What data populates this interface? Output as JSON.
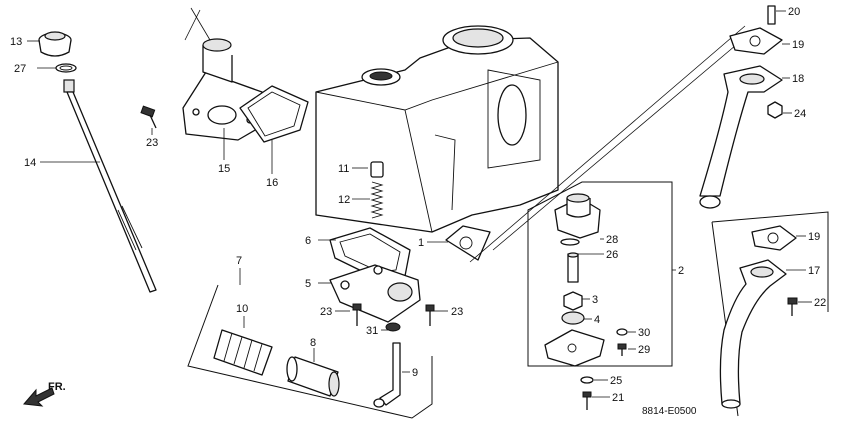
{
  "callouts": {
    "p1": "1",
    "p2": "2",
    "p3": "3",
    "p4": "4",
    "p5": "5",
    "p6": "6",
    "p7": "7",
    "p8": "8",
    "p9": "9",
    "p10": "10",
    "p11": "11",
    "p12": "12",
    "p13": "13",
    "p14": "14",
    "p15": "15",
    "p16": "16",
    "p17": "17",
    "p18": "18",
    "p19a": "19",
    "p19b": "19",
    "p20": "20",
    "p21": "21",
    "p22": "22",
    "p23a": "23",
    "p23b": "23",
    "p23c": "23",
    "p24": "24",
    "p25": "25",
    "p26": "26",
    "p27": "27",
    "p28": "28",
    "p29": "29",
    "p30": "30",
    "p31": "31"
  },
  "direction_label": "FR.",
  "diagram_code": "8814-E0500"
}
